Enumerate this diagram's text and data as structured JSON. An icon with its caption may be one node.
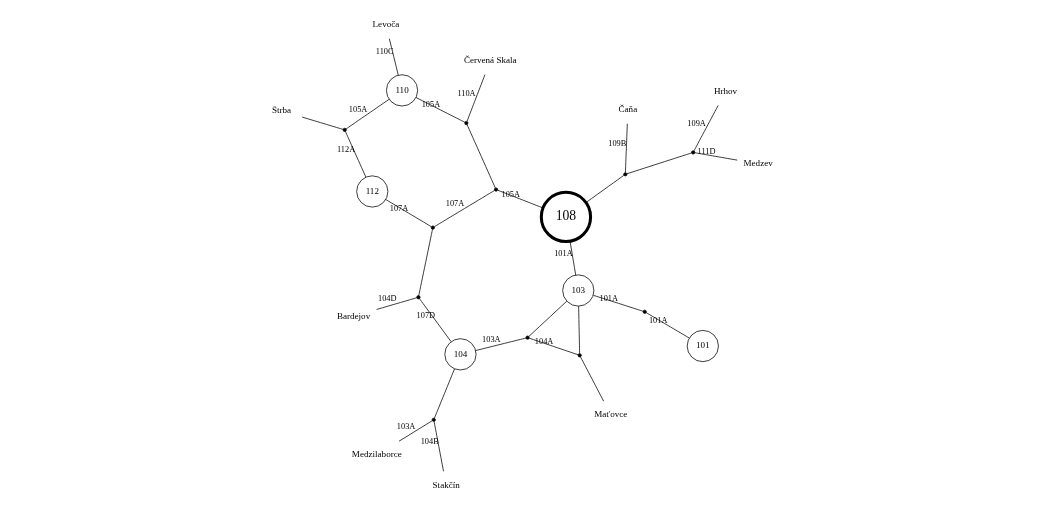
{
  "diagram": {
    "nodes": [
      {
        "text": [
          "Bardejov"
        ]
      },
      {
        "text": [
          "Štrba"
        ]
      },
      {
        "text": [
          "112"
        ]
      },
      {
        "text": [
          "Levoča"
        ]
      },
      {
        "text": [
          "110"
        ]
      },
      {
        "text": [
          "Medzilaborce"
        ]
      },
      {
        "text": [
          "Stakčín"
        ]
      },
      {
        "text": [
          "104"
        ]
      },
      {
        "text": [
          "Červená Skala"
        ]
      },
      {
        "text": [
          "108"
        ]
      },
      {
        "text": [
          "Medzev"
        ]
      },
      {
        "text": [
          "103"
        ]
      },
      {
        "text": [
          "Maťovce"
        ]
      },
      {
        "text": [
          "Hrhov"
        ]
      },
      {
        "text": [
          "Čaňa"
        ]
      },
      {
        "text": [
          "101"
        ]
      },
      {
        "text": [],
        "shape": "point"
      },
      {
        "text": [],
        "shape": "point"
      },
      {
        "text": [],
        "shape": "point"
      },
      {
        "text": [],
        "shape": "point"
      },
      {
        "text": [],
        "shape": "point"
      },
      {
        "text": [],
        "shape": "point"
      },
      {
        "text": [],
        "shape": "point"
      },
      {
        "text": [],
        "shape": "point"
      },
      {
        "text": [],
        "shape": "point"
      },
      {
        "text": [],
        "shape": "point"
      },
      {
        "text": [],
        "shape": "point"
      }
    ],
    "edges": [
      {
        "from": 1,
        "to": 16,
        "arrow": "none"
      },
      {
        "from": 16,
        "to": 2,
        "arrow": "none",
        "label": "112A"
      },
      {
        "from": 16,
        "to": 4,
        "arrow": "none",
        "label": "105A"
      },
      {
        "from": 3,
        "to": 4,
        "arrow": "none",
        "label": "110C"
      },
      {
        "from": 2,
        "to": 18,
        "arrow": "none",
        "label": "107A"
      },
      {
        "from": 0,
        "to": 17,
        "arrow": "none",
        "label": "104D"
      },
      {
        "from": 17,
        "to": 18,
        "arrow": "none"
      },
      {
        "from": 17,
        "to": 7,
        "arrow": "none",
        "label": "107D"
      },
      {
        "from": 18,
        "to": 20,
        "arrow": "none",
        "label": "107A"
      },
      {
        "from": 4,
        "to": 19,
        "arrow": "none",
        "label": "105A"
      },
      {
        "from": 19,
        "to": 20,
        "arrow": "none"
      },
      {
        "from": 8,
        "to": 19,
        "arrow": "none",
        "label": "110A"
      },
      {
        "from": 20,
        "to": 9,
        "arrow": "none",
        "label": "105A"
      },
      {
        "from": 5,
        "to": 21,
        "arrow": "none",
        "label": "103A"
      },
      {
        "from": 21,
        "to": 6,
        "arrow": "none",
        "label": "104B"
      },
      {
        "from": 7,
        "to": 21,
        "arrow": "none"
      },
      {
        "from": 7,
        "to": 22,
        "arrow": "none",
        "label": "103A"
      },
      {
        "from": 22,
        "to": 11,
        "arrow": "none"
      },
      {
        "from": 22,
        "to": 26,
        "arrow": "none",
        "label": "104A"
      },
      {
        "from": 26,
        "to": 12,
        "arrow": "none"
      },
      {
        "from": 11,
        "to": 26,
        "arrow": "none"
      },
      {
        "from": 9,
        "to": 11,
        "arrow": "none",
        "label": "101A"
      },
      {
        "from": 10,
        "to": 23,
        "arrow": "none",
        "label": "111D"
      },
      {
        "from": 13,
        "to": 23,
        "arrow": "none",
        "label": "109A"
      },
      {
        "from": 23,
        "to": 24,
        "arrow": "none"
      },
      {
        "from": 9,
        "to": 24,
        "arrow": "none"
      },
      {
        "from": 24,
        "to": 14,
        "arrow": "none",
        "label": "109B"
      },
      {
        "from": 11,
        "to": 25,
        "arrow": "none",
        "label": "101A"
      },
      {
        "from": 25,
        "to": 15,
        "arrow": "none",
        "label": "101A"
      }
    ]
  }
}
